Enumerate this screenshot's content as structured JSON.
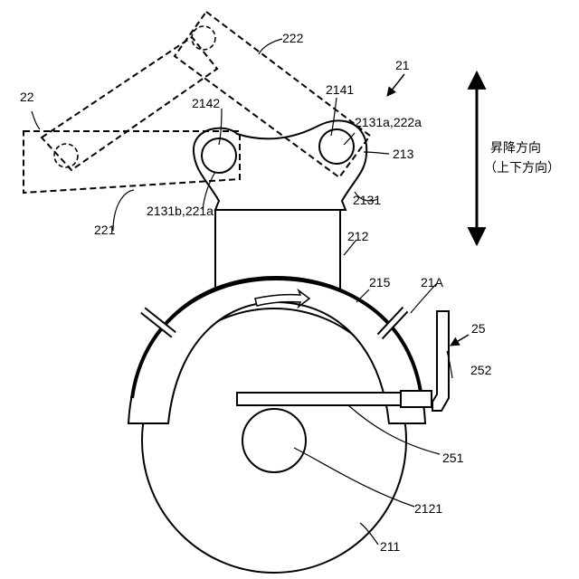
{
  "labels": {
    "l222": "222",
    "l21": "21",
    "l22": "22",
    "l2141": "2141",
    "l2142": "2142",
    "l2131a": "2131a,222a",
    "l213": "213",
    "l2131": "2131",
    "l2131b": "2131b,221a",
    "l221": "221",
    "l212": "212",
    "l215": "215",
    "l21A": "21A",
    "l25": "25",
    "l252": "252",
    "l251": "251",
    "l2121": "2121",
    "l211": "211"
  },
  "direction": {
    "line1": "昇降方向",
    "line2": "（上下方向）"
  }
}
